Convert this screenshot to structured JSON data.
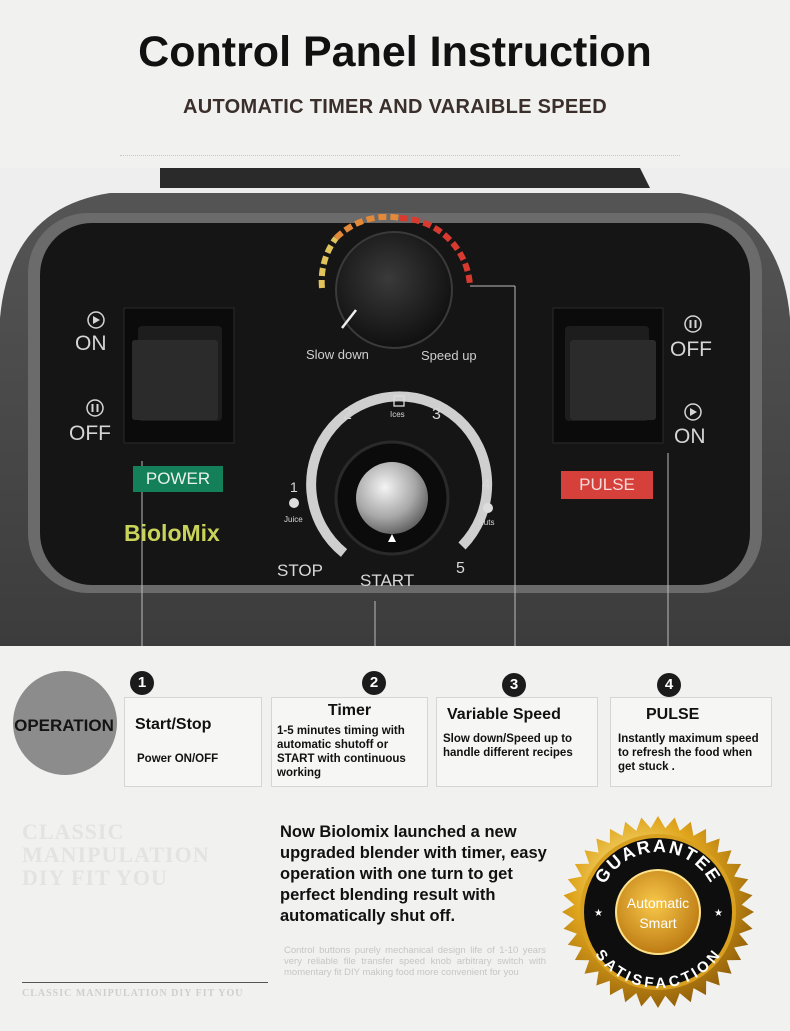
{
  "header": {
    "title": "Control Panel Instruction",
    "subtitle": "AUTOMATIC TIMER AND VARAIBLE SPEED"
  },
  "panel": {
    "left_switch": {
      "on": "ON",
      "off": "OFF",
      "label": "POWER"
    },
    "right_switch": {
      "off": "OFF",
      "on": "ON",
      "label": "PULSE"
    },
    "brand": "BioloMix",
    "speed_knob": {
      "slow": "Slow down",
      "fast": "Speed up"
    },
    "timer_dial": {
      "stop": "STOP",
      "start": "START",
      "marks": [
        "1",
        "2",
        "3",
        "4",
        "5"
      ],
      "icons": {
        "juice": "Juice",
        "ices": "Ices",
        "nuts": "Nuts"
      }
    },
    "colors": {
      "power_badge": "#13805a",
      "pulse_badge": "#d6403a",
      "panel": "#151515"
    }
  },
  "operation": {
    "label": "OPERATION",
    "items": [
      {
        "number": "1",
        "title": "Start/Stop",
        "text": "Power ON/OFF"
      },
      {
        "number": "2",
        "title": "Timer",
        "text": "1-5 minutes timing with automatic shutoff or START with continuous working"
      },
      {
        "number": "3",
        "title": "Variable Speed",
        "text": "Slow down/Speed up to handle different recipes"
      },
      {
        "number": "4",
        "title": "PULSE",
        "text": "Instantly maximum speed to refresh the food when get stuck ."
      }
    ]
  },
  "footer": {
    "ghost_lines": [
      "CLASSIC",
      "MANIPULATION",
      "DIY FIT YOU"
    ],
    "ghost_bottom": "CLASSIC MANIPULATION DIY FIT YOU",
    "promo": "Now Biolomix launched a new upgraded blender with timer, easy operation with one turn to get perfect blending result with automatically shut off.",
    "small_text": "Control buttons purely mechanical design life of 1-10 years very reliable file transfer speed knob arbitrary switch with momentary fit DIY making food more convenient for you",
    "seal": {
      "top": "GUARANTEE",
      "line1": "Automatic",
      "line2": "Smart",
      "bottom": "SATISFACTION"
    }
  }
}
